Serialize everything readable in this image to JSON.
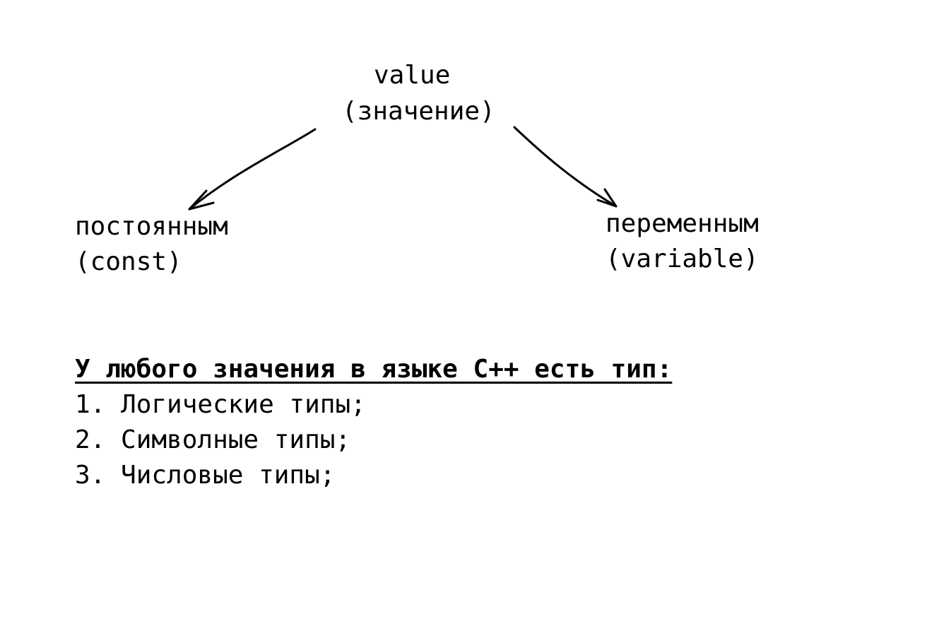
{
  "diagram": {
    "root": {
      "term": "value",
      "translation": "(значение)"
    },
    "left": {
      "term": "постоянным",
      "code": "(const)"
    },
    "right": {
      "term": "переменным",
      "code": "(variable)"
    }
  },
  "types": {
    "heading": "У любого значения в языке С++ есть тип:",
    "items": [
      "1. Логические типы;",
      "2. Символные типы;",
      "3. Числовые типы;"
    ]
  }
}
